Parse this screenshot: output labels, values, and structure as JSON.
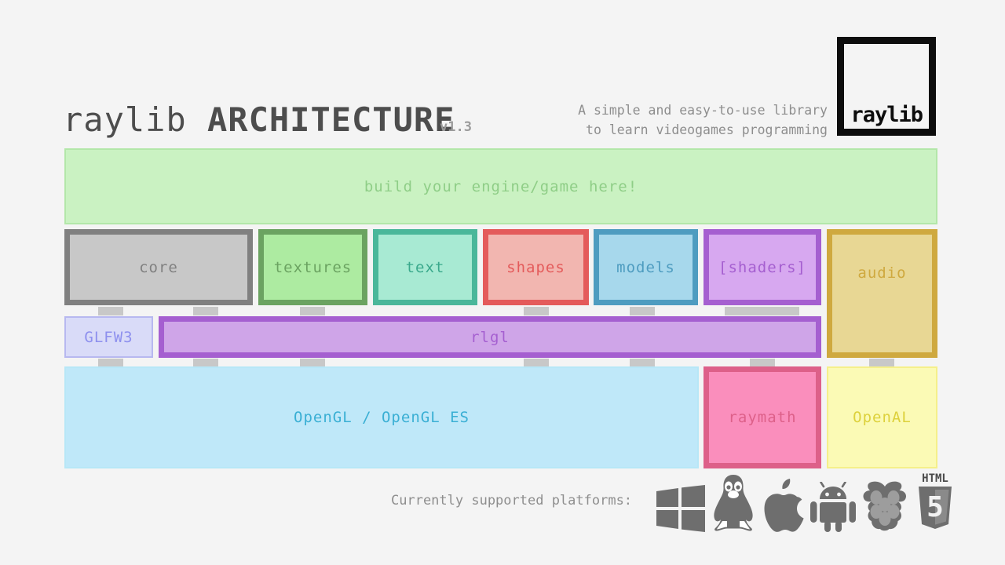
{
  "background": "#f4f4f4",
  "header": {
    "title_light": "raylib ",
    "title_bold": "ARCHITECTURE",
    "version": "v1.3",
    "tagline_line1": "A simple and easy-to-use library",
    "tagline_line2": "to learn videogames programming",
    "logo_text": "raylib",
    "logo_border_color": "#0d0d0d"
  },
  "banner": {
    "label": "build your engine/game here!",
    "fill": "#caf2c2",
    "border": "#b3e7a9",
    "text_color": "#8fce87"
  },
  "modules": [
    {
      "label": "core",
      "border": "#808080",
      "fill": "#c8c8c8",
      "text": "#808080"
    },
    {
      "label": "textures",
      "border": "#6ba361",
      "fill": "#adebA1",
      "text": "#6ba361"
    },
    {
      "label": "text",
      "border": "#4ab79a",
      "fill": "#a8ead3",
      "text": "#3aa98c"
    },
    {
      "label": "shapes",
      "border": "#e45b5b",
      "fill": "#f2b6b0",
      "text": "#e45b5b"
    },
    {
      "label": "models",
      "border": "#4e9cc0",
      "fill": "#a7d8ec",
      "text": "#4e9cc0"
    },
    {
      "label": "[shaders]",
      "border": "#a55fd0",
      "fill": "#d7a8f0",
      "text": "#a55fd0"
    },
    {
      "label": "audio",
      "border": "#cfa93f",
      "fill": "#e8d794",
      "text": "#cfa93f"
    }
  ],
  "mid_layer": [
    {
      "label": "GLFW3",
      "border": "#b7b8f0",
      "fill": "#d9dbf8",
      "text": "#8e90ee"
    },
    {
      "label": "rlgl",
      "border": "#a55fd0",
      "fill": "#cfa5e8",
      "text": "#a55fd0"
    }
  ],
  "bottom_layer": [
    {
      "label": "OpenGL / OpenGL ES",
      "border": "#b7e7f7",
      "fill": "#bfe8f9",
      "text": "#3aafd4"
    },
    {
      "label": "raymath",
      "border": "#dd6089",
      "fill": "#fa8ebc",
      "text": "#dd6089"
    },
    {
      "label": "OpenAL",
      "border": "#f5f08a",
      "fill": "#fbfab5",
      "text": "#ddd13c"
    }
  ],
  "footer": {
    "platforms_label": "Currently supported platforms:",
    "platform_icons": [
      "windows-icon",
      "linux-tux-icon",
      "apple-icon",
      "android-icon",
      "raspberry-pi-icon",
      "html5-icon"
    ],
    "html5_badge_top": "HTML",
    "html5_badge_number": "5",
    "icon_color": "#6e6e6e"
  }
}
